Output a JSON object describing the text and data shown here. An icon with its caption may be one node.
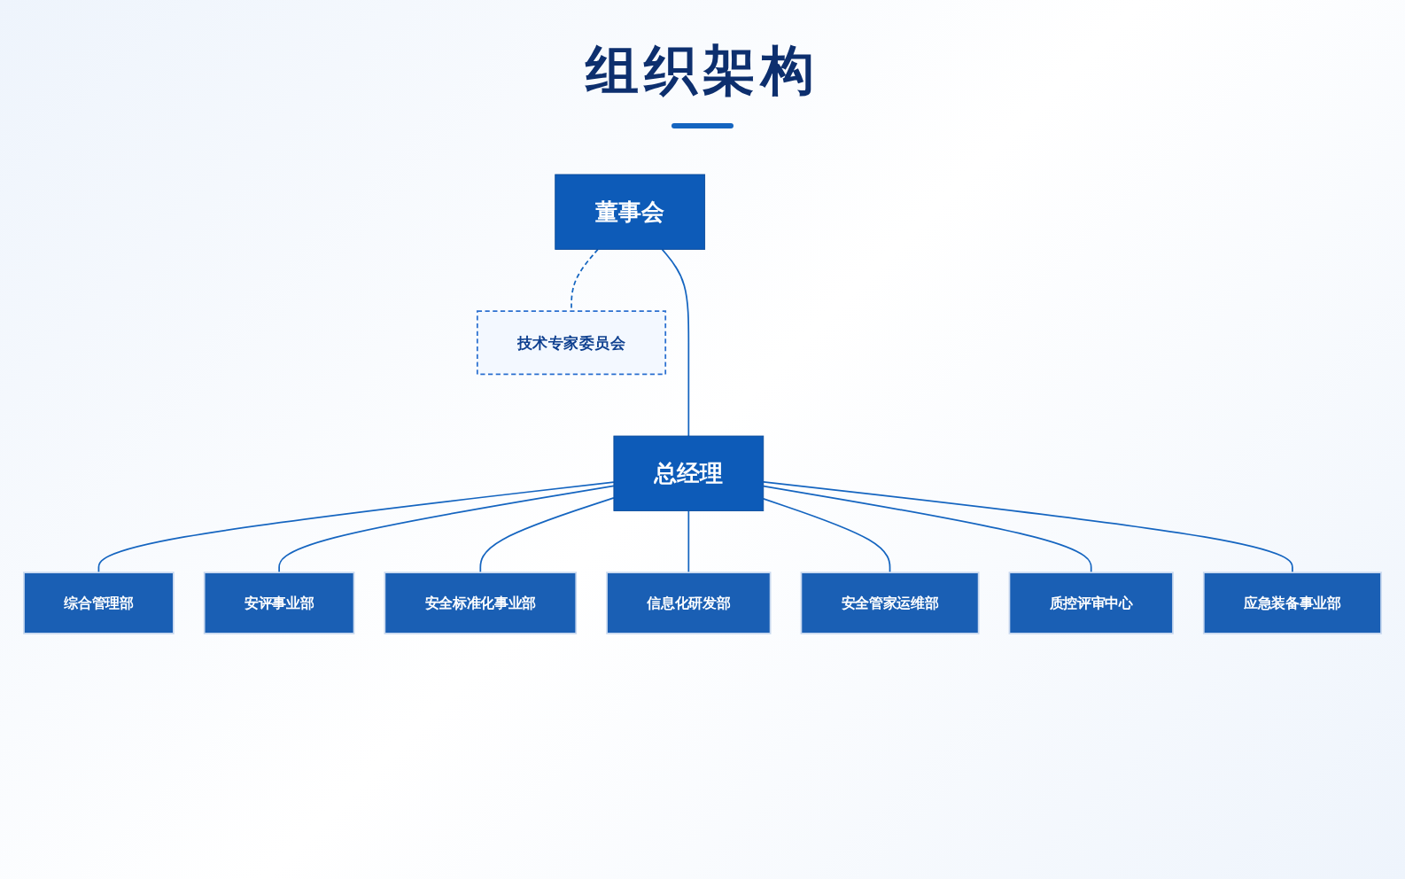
{
  "diagram": {
    "title": "组织架构",
    "nodes": [
      {
        "text": [
          "董事会"
        ]
      },
      {
        "text": [
          "技术专家委员会"
        ]
      },
      {
        "text": [
          "总经理"
        ]
      },
      {
        "text": [
          "综合管理部"
        ]
      },
      {
        "text": [
          "安评事业部"
        ]
      },
      {
        "text": [
          "安全标准化事业部"
        ]
      },
      {
        "text": [
          "信息化研发部"
        ]
      },
      {
        "text": [
          "安全管家运维部"
        ]
      },
      {
        "text": [
          "质控评审中心"
        ]
      },
      {
        "text": [
          "应急装备事业部"
        ]
      }
    ],
    "edges": [
      {
        "from": 0,
        "to": 1,
        "arrow": "none",
        "style": "dashed"
      },
      {
        "from": 0,
        "to": 2,
        "arrow": "none"
      },
      {
        "from": 2,
        "to": 3,
        "arrow": "none"
      },
      {
        "from": 2,
        "to": 4,
        "arrow": "none"
      },
      {
        "from": 2,
        "to": 5,
        "arrow": "none"
      },
      {
        "from": 2,
        "to": 6,
        "arrow": "none"
      },
      {
        "from": 2,
        "to": 7,
        "arrow": "none"
      },
      {
        "from": 2,
        "to": 8,
        "arrow": "none"
      },
      {
        "from": 2,
        "to": 9,
        "arrow": "none"
      }
    ]
  }
}
